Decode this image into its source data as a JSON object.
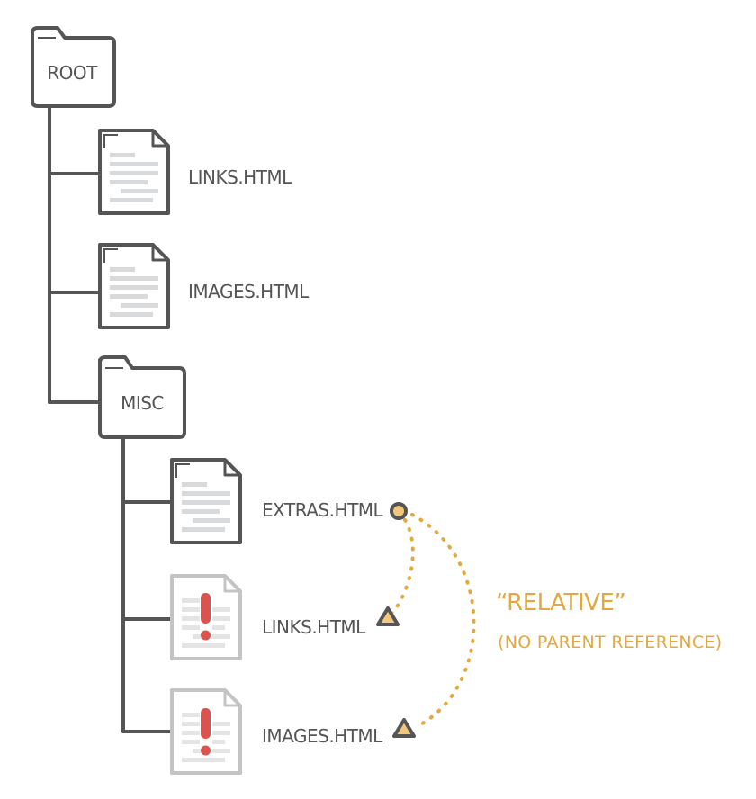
{
  "colors": {
    "stroke": "#555555",
    "paper": "#ffffff",
    "text_lines": "#d9dadb",
    "faded": "#c4c4c4",
    "error": "#d9534f",
    "accent": "#e3a93f",
    "accent_fill": "#f2c77a"
  },
  "tree": {
    "root": {
      "label": "ROOT",
      "icon": "folder-icon"
    },
    "root_files": [
      {
        "label": "LINKS.HTML",
        "icon": "file-icon"
      },
      {
        "label": "IMAGES.HTML",
        "icon": "file-icon"
      }
    ],
    "misc": {
      "label": "MISC",
      "icon": "folder-icon"
    },
    "misc_files": [
      {
        "label": "EXTRAS.HTML",
        "icon": "file-icon"
      },
      {
        "label": "LINKS.HTML",
        "icon": "missing-file-icon",
        "status": "missing"
      },
      {
        "label": "IMAGES.HTML",
        "icon": "missing-file-icon",
        "status": "missing"
      }
    ]
  },
  "note": {
    "title": "“RELATIVE”",
    "subtitle": "(NO PARENT REFERENCE)"
  }
}
